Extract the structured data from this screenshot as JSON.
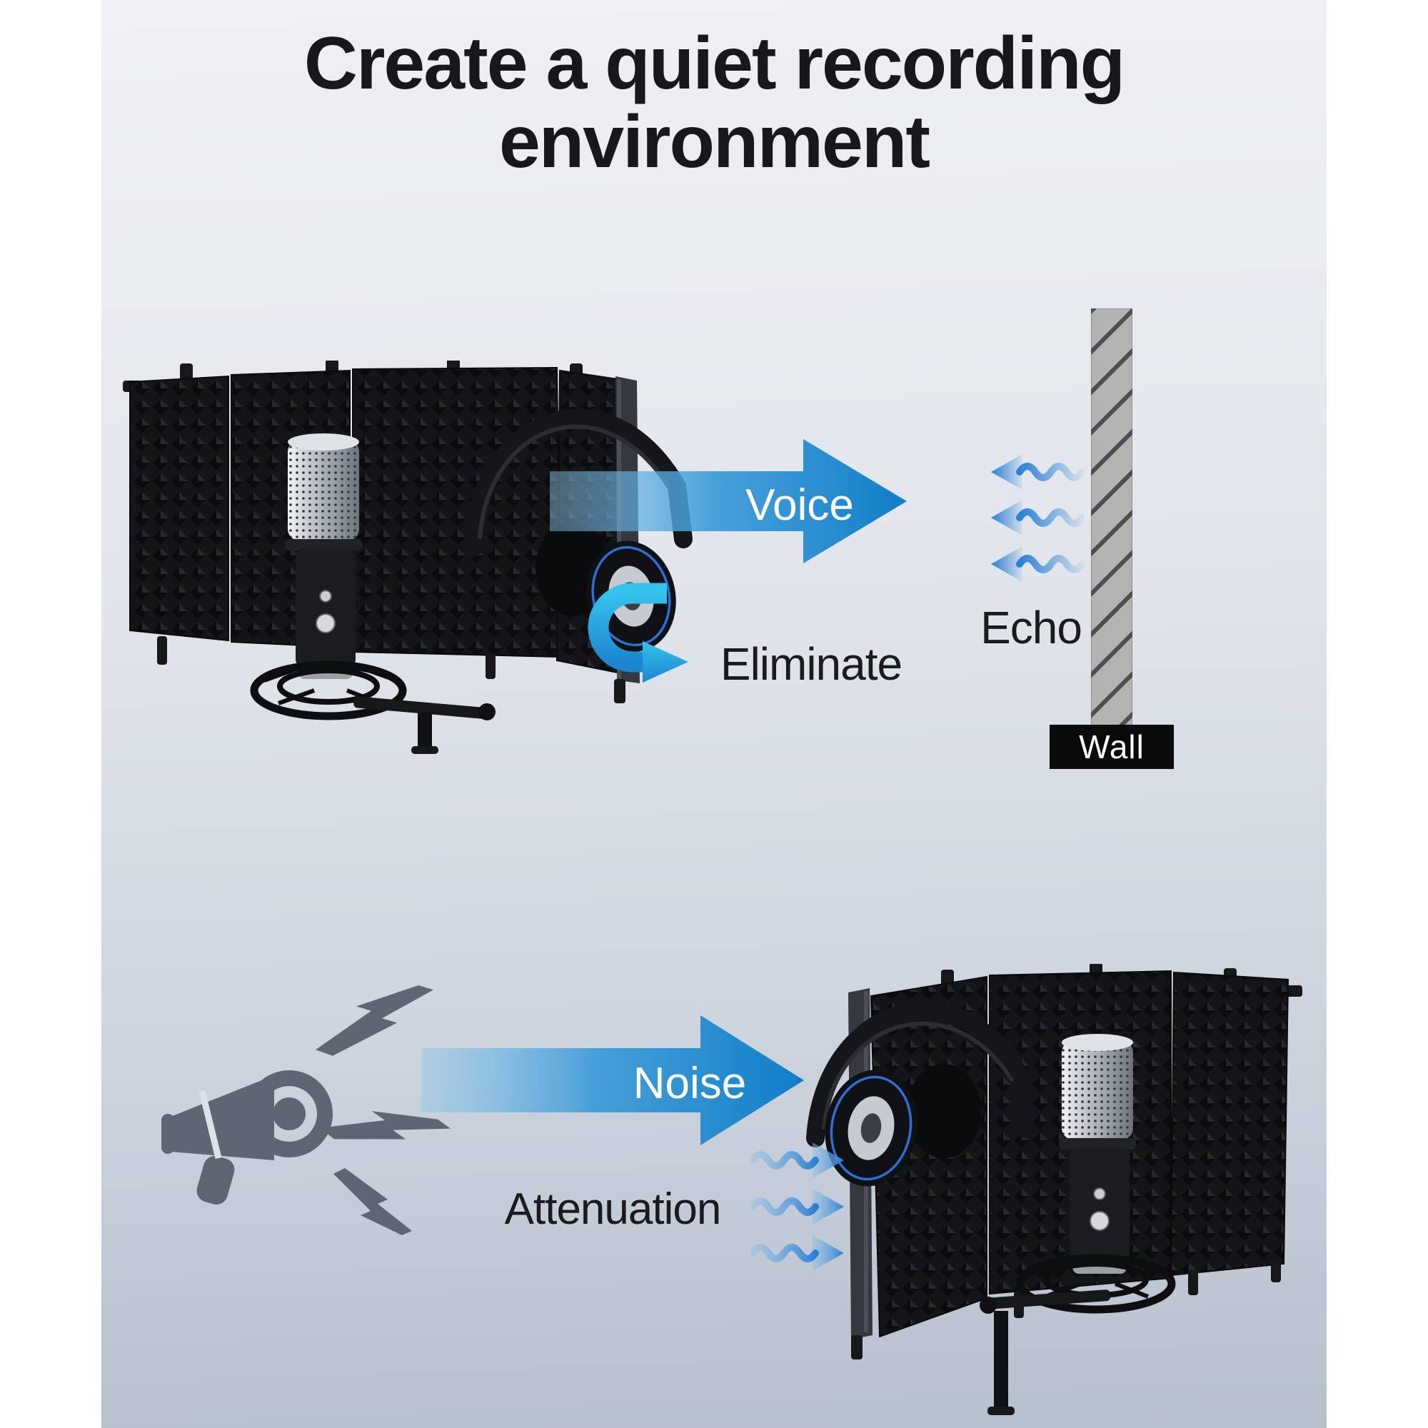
{
  "title": {
    "line1": "Create a quiet recording",
    "line2": "environment"
  },
  "top_diagram": {
    "voice_arrow_label": "Voice",
    "eliminate_label": "Eliminate",
    "echo_label": "Echo",
    "wall_label": "Wall",
    "echo_wave_arrow_count": 3,
    "voice_arrow_direction": "right",
    "echo_wave_direction": "left"
  },
  "bottom_diagram": {
    "noise_arrow_label": "Noise",
    "attenuation_label": "Attenuation",
    "attenuation_wave_arrow_count": 3,
    "noise_arrow_direction": "right",
    "attenuation_wave_direction": "right"
  },
  "colors": {
    "page_margin": "#ffffff",
    "background_top": "#eef0f4",
    "background_bottom": "#b6bfcc",
    "title_text": "#17181c",
    "label_text": "#1b1b1d",
    "arrow_blue": "#1485d0",
    "arrow_blue_light": "#8ec7ea",
    "arrow_text": "#ffffff",
    "cyan_arrow": "#29b9ea",
    "wave_blue": "#2a80d6",
    "wall_fill": "#b5b2b2",
    "wall_hatch": "#4e4e52",
    "wall_label_bg": "#0a0a0a",
    "wall_label_text": "#ffffff",
    "megaphone_gray": "#5d6671",
    "foam_black": "#141518"
  }
}
